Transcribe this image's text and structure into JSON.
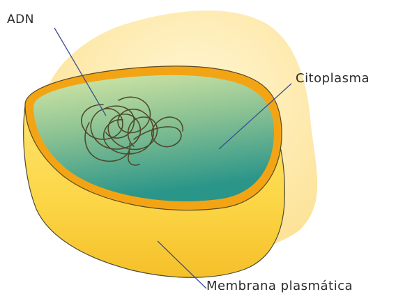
{
  "labels": {
    "adn": "ADN",
    "citoplasma": "Citoplasma",
    "membrana": "Membrana plasmática"
  },
  "colors": {
    "background_blob": "#fde9a8",
    "membrane_body": "#fcd548",
    "membrane_rim": "#f3a415",
    "cytoplasm_top": "#cfe5a0",
    "cytoplasm_bottom": "#2a9a8c",
    "dna_strand": "#5a5530",
    "leader_line": "#3b4f8f"
  },
  "icons": {
    "dna": "dna-coil",
    "cell": "prokaryotic-cell-3d-cutaway"
  }
}
